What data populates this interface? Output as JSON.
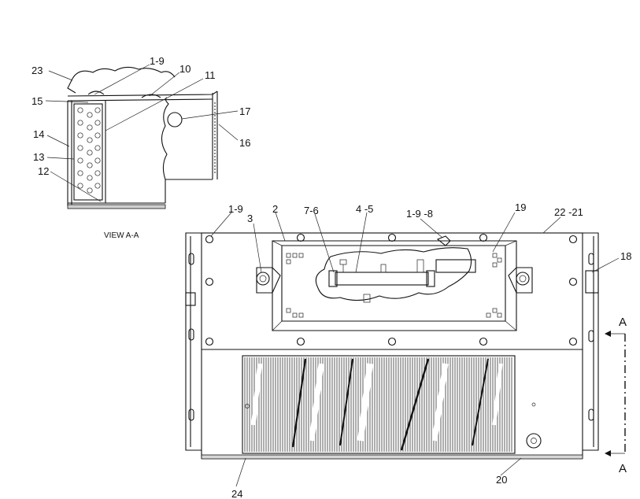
{
  "view_caption": "VIEW A-A",
  "section_marker_top": "A",
  "section_marker_bottom": "A",
  "callouts": {
    "c23": "23",
    "c1_9_top": "1-9",
    "c10": "10",
    "c11": "11",
    "c15": "15",
    "c17": "17",
    "c16": "16",
    "c14": "14",
    "c13": "13",
    "c12": "12",
    "c1_9_main": "1-9",
    "c3": "3",
    "c2": "2",
    "c7_6": "7-6",
    "c4_5": "4 -5",
    "c1_9_8": "1-9 -8",
    "c19": "19",
    "c22_21": "22 -21",
    "c18": "18",
    "c24": "24",
    "c20": "20"
  }
}
